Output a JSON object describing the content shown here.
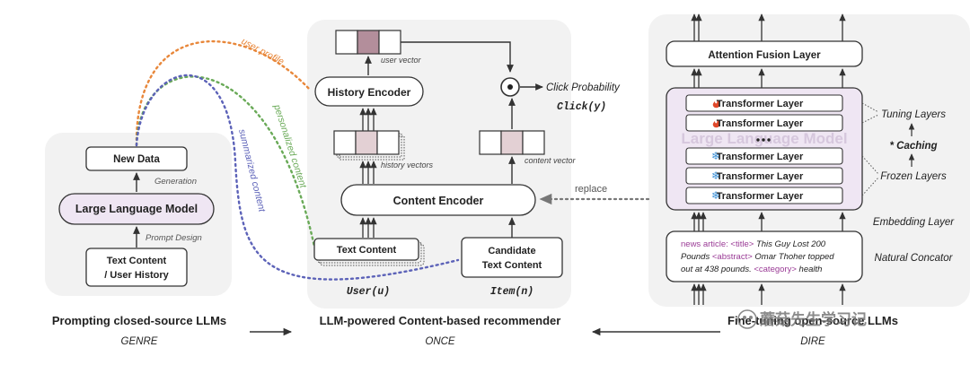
{
  "left": {
    "new_data": "New Data",
    "generation": "Generation",
    "llm": "Large Language Model",
    "prompt_design": "Prompt Design",
    "text_content_l1": "Text Content",
    "text_content_l2": "/ User History",
    "title": "Prompting closed-source LLMs",
    "subtitle": "GENRE"
  },
  "flows": {
    "user_profile": "user profile",
    "personalized_content": "personalized content",
    "summarized_content": "summarized content"
  },
  "middle": {
    "user_vector": "user vector",
    "history_encoder": "History Encoder",
    "click_probability": "Click Probability",
    "click_formula": "Click(y)",
    "history_vectors": "history vectors",
    "content_vector": "content vector",
    "content_encoder": "Content Encoder",
    "replace": "replace",
    "text_content": "Text Content",
    "candidate_l1": "Candidate",
    "candidate_l2": "Text Content",
    "user_u": "User(u)",
    "item_n": "Item(n)",
    "title": "LLM-powered Content-based recommender",
    "subtitle": "ONCE"
  },
  "right": {
    "attention_fusion": "Attention Fusion Layer",
    "transformer_layer": "Transformer Layer",
    "llm_watermark": "Large Language Model",
    "tuning_layers": "Tuning Layers",
    "caching": "* Caching",
    "frozen_layers": "Frozen Layers",
    "embedding_layer": "Embedding Layer",
    "natural_concator": "Natural Concator",
    "news_l1_a": "news article: <title>",
    "news_l1_b": " This Guy Lost 200",
    "news_l2_a": "Pounds ",
    "news_l2_b": "<abstract>",
    "news_l2_c": " Omar Thoher topped",
    "news_l3_a": "out at 438 pounds. ",
    "news_l3_b": "<category>",
    "news_l3_c": " health",
    "title": "Fine-tuning open-source LLMs",
    "subtitle": "DIRE",
    "watermark": "蘑菇先生学习记"
  },
  "colors": {
    "user_profile": "#e8873a",
    "personalized": "#6aaa58",
    "summarized": "#5c62b8",
    "llm_fill": "#efe6f3",
    "vector_highlight": "#b38e9b",
    "vector_light": "#e3d0d4",
    "fire": "#e0482a",
    "snow": "#3a8fd6",
    "news_tag": "#9a3b96"
  }
}
